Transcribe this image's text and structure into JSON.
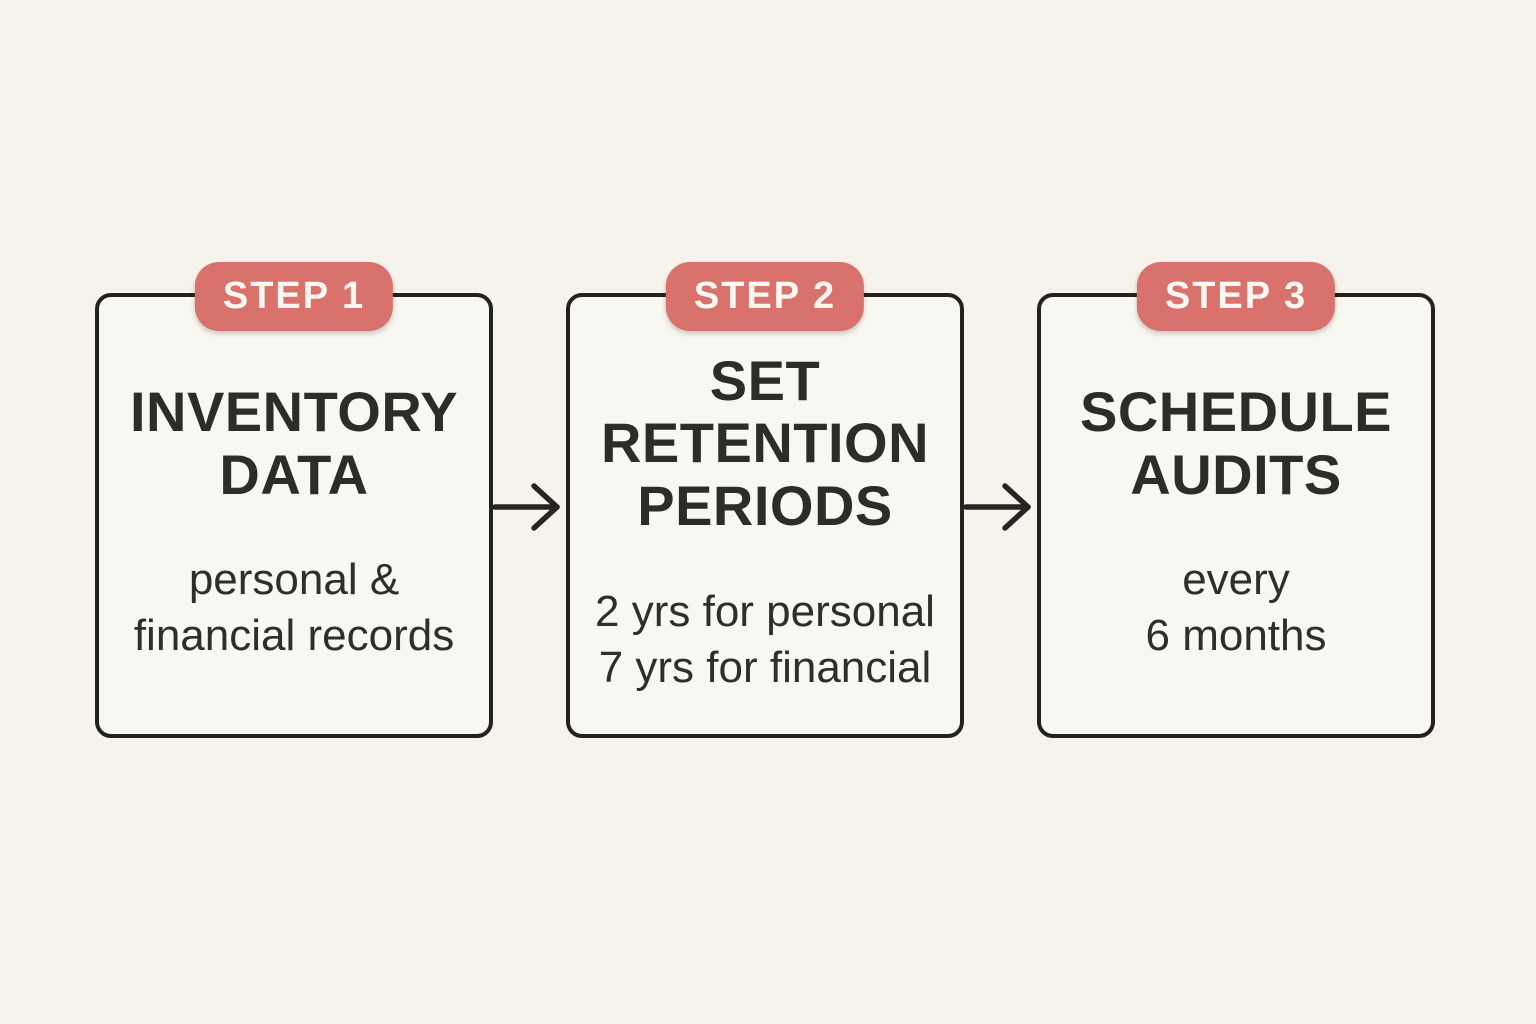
{
  "colors": {
    "page_bg": "#f6f3ec",
    "card_bg": "#f9f7f1",
    "card_border": "#24221e",
    "badge_bg": "#d9716c",
    "badge_text": "#fbf8f2",
    "title_text": "#2d2c29",
    "body_text": "#2f2e2b",
    "arrow": "#272521"
  },
  "steps": [
    {
      "badge": "STEP 1",
      "title_lines": [
        "INVENTORY",
        "DATA"
      ],
      "body_lines": [
        "personal &",
        "financial records"
      ]
    },
    {
      "badge": "STEP 2",
      "title_lines": [
        "SET",
        "RETENTION",
        "PERIODS"
      ],
      "body_lines": [
        "2 yrs for personal",
        "7 yrs for financial"
      ]
    },
    {
      "badge": "STEP 3",
      "title_lines": [
        "SCHEDULE",
        "AUDITS"
      ],
      "body_lines": [
        "every",
        "6 months"
      ]
    }
  ]
}
